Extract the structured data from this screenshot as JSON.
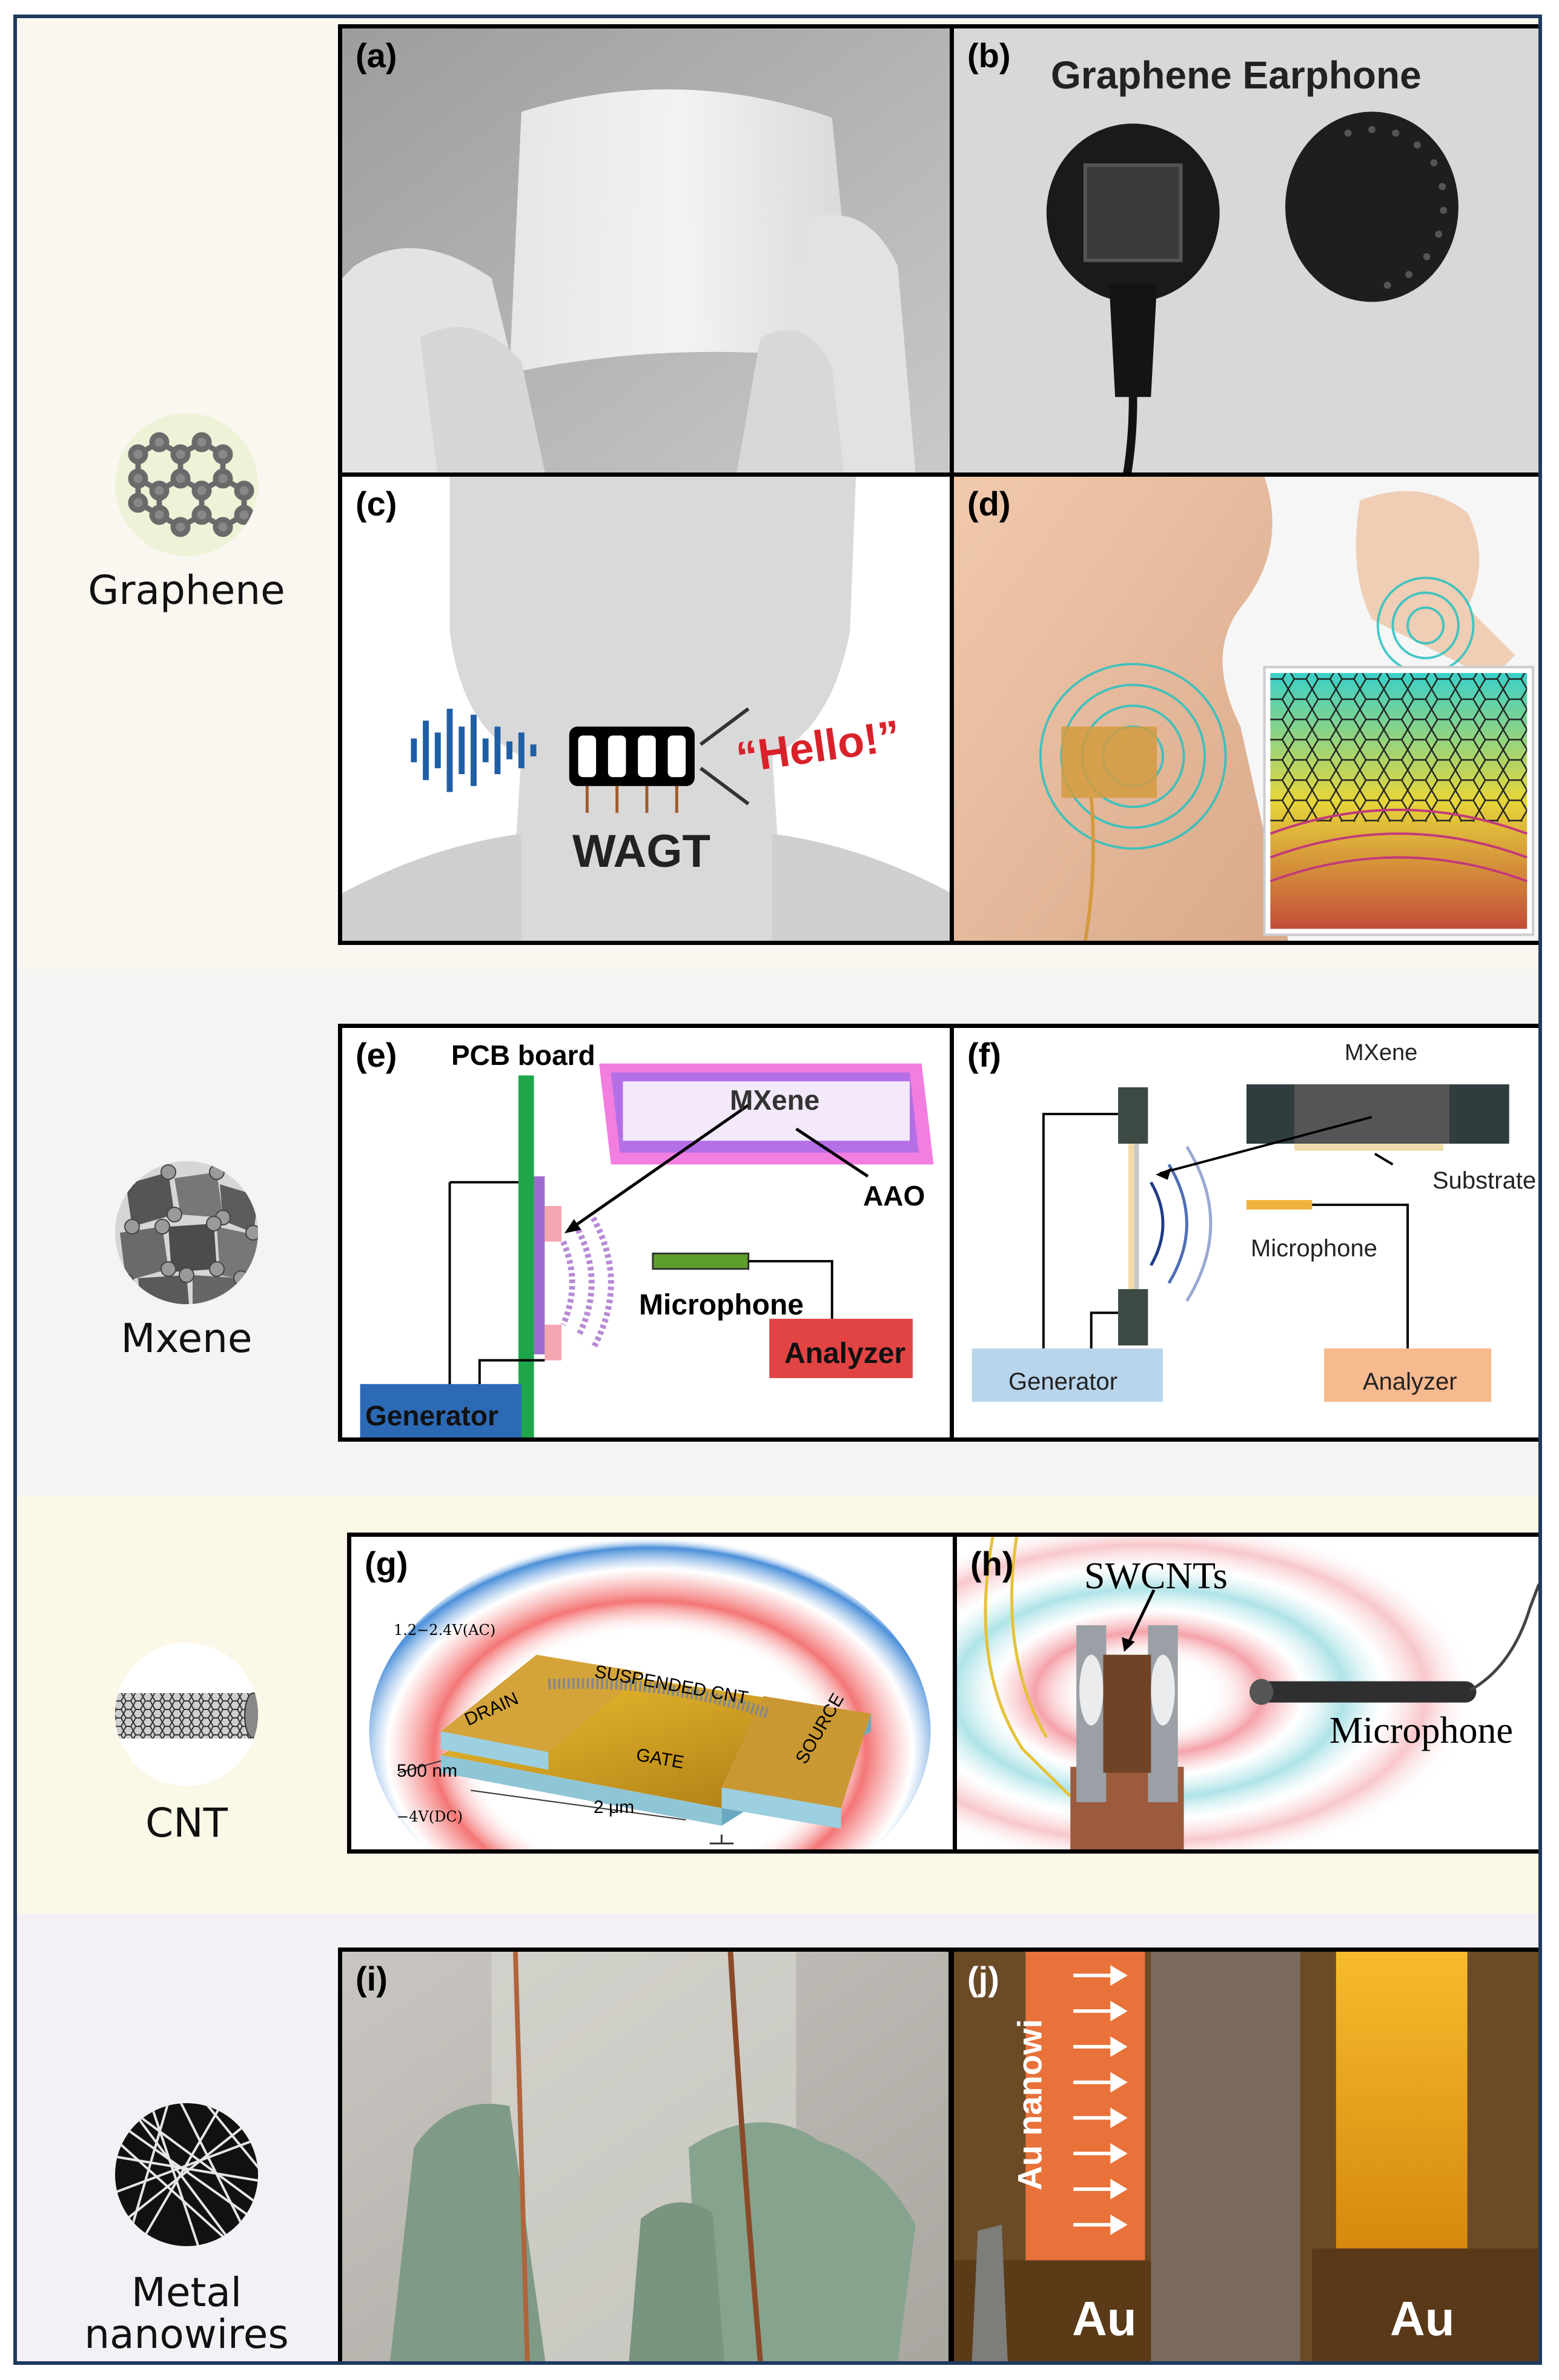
{
  "categories": {
    "graphene": "Graphene",
    "mxene": "Mxene",
    "cnt": "CNT",
    "nanowires_line1": "Metal",
    "nanowires_line2": "nanowires"
  },
  "panels": {
    "a": "(a)",
    "b": "(b)",
    "c": "(c)",
    "d": "(d)",
    "e": "(e)",
    "f": "(f)",
    "g": "(g)",
    "h": "(h)",
    "i": "(i)",
    "j": "(j)"
  },
  "panel_b": {
    "title": "Graphene Earphone"
  },
  "panel_c": {
    "device": "WAGT",
    "speech": "“Hello!”"
  },
  "panel_e": {
    "pcb": "PCB board",
    "mxene": "MXene",
    "aao": "AAO",
    "microphone": "Microphone",
    "generator": "Generator",
    "analyzer": "Analyzer"
  },
  "panel_f": {
    "mxene": "MXene",
    "substrate": "Substrate",
    "microphone": "Microphone",
    "generator": "Generator",
    "analyzer": "Analyzer"
  },
  "panel_g": {
    "ac": "1.2−2.4V(AC)",
    "drain": "DRAIN",
    "cnt": "SUSPENDED CNT",
    "source": "SOURCE",
    "gate": "GATE",
    "nm": "500 nm",
    "um": "2 μm",
    "dc": "−4V(DC)"
  },
  "panel_h": {
    "swcnt": "SWCNTs",
    "microphone": "Microphone"
  },
  "panel_j": {
    "au_left": "Au",
    "au_right": "Au",
    "vertical": "Au nanowi"
  },
  "colors": {
    "graphene_bg": "#faf6f0",
    "mxene_bg": "#f3f5f3",
    "cnt_bg": "#fbf8e8",
    "nanowire_bg": "#f4f1f6",
    "frame": "#1f3a5f"
  }
}
